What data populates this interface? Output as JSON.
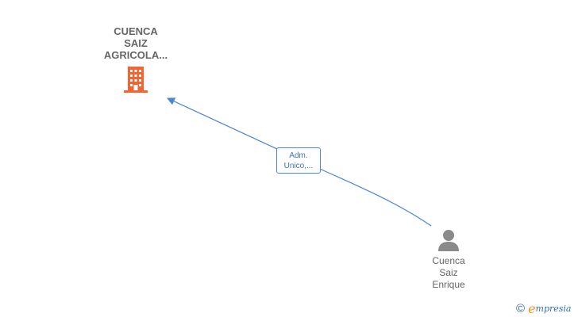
{
  "company": {
    "name_lines": [
      "CUENCA",
      "SAIZ",
      "AGRICOLA..."
    ],
    "icon": "building-icon",
    "icon_color": "#f26533"
  },
  "person": {
    "name_lines": [
      "Cuenca",
      "Saiz",
      "Enrique"
    ],
    "icon": "person-icon",
    "icon_color": "#8a8a8a"
  },
  "relation": {
    "label_lines": [
      "Adm.",
      "Unico,..."
    ],
    "line_color": "#4a86d4"
  },
  "footer": {
    "copyright_symbol": "©",
    "brand_first_letter": "e",
    "brand_rest": "mpresia",
    "brand_accent_color": "#f0921e",
    "brand_color": "#2f6fb5"
  }
}
